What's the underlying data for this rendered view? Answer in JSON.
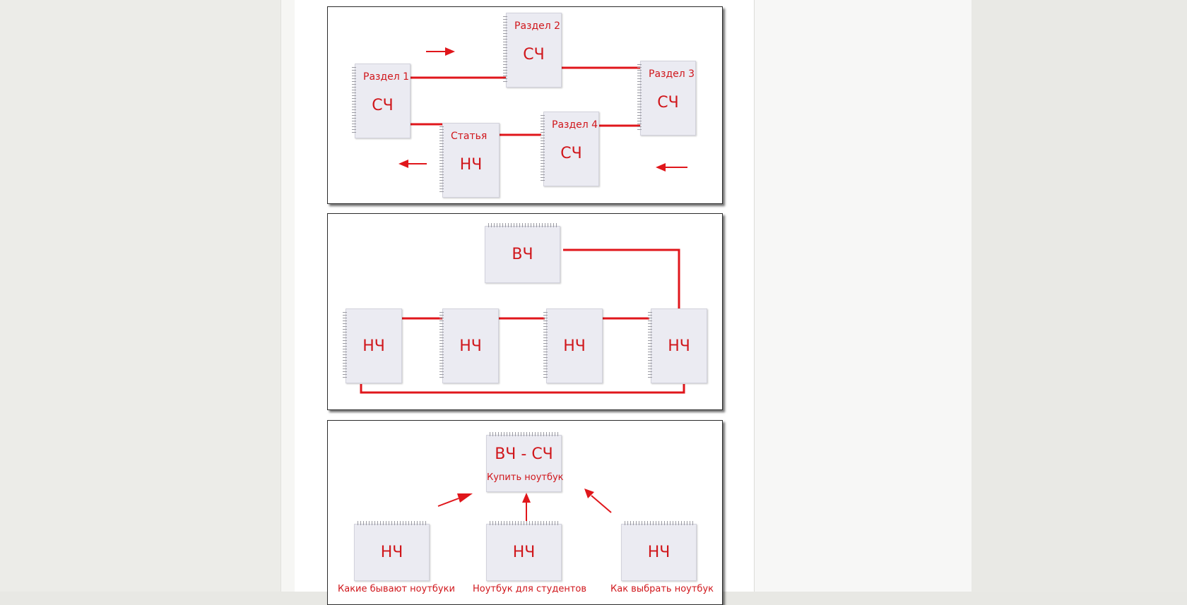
{
  "diagram1": {
    "nodes": [
      {
        "id": "r1",
        "title": "Раздел 1",
        "label": "СЧ"
      },
      {
        "id": "r2",
        "title": "Раздел 2",
        "label": "СЧ"
      },
      {
        "id": "r3",
        "title": "Раздел 3",
        "label": "СЧ"
      },
      {
        "id": "r4",
        "title": "Раздел 4",
        "label": "СЧ"
      },
      {
        "id": "article",
        "title": "Статья",
        "label": "НЧ"
      }
    ]
  },
  "diagram2": {
    "top": {
      "label": "ВЧ"
    },
    "bottom": [
      {
        "label": "НЧ"
      },
      {
        "label": "НЧ"
      },
      {
        "label": "НЧ"
      },
      {
        "label": "НЧ"
      }
    ]
  },
  "diagram3": {
    "top": {
      "label": "ВЧ - СЧ",
      "sublabel": "Купить ноутбук"
    },
    "bottom": [
      {
        "label": "НЧ",
        "caption": "Какие бывают ноутбуки"
      },
      {
        "label": "НЧ",
        "caption": "Ноутбук для студентов"
      },
      {
        "label": "НЧ",
        "caption": "Как выбрать ноутбук"
      }
    ]
  },
  "colors": {
    "accent": "#d0161b",
    "note": "#ebebf2"
  }
}
